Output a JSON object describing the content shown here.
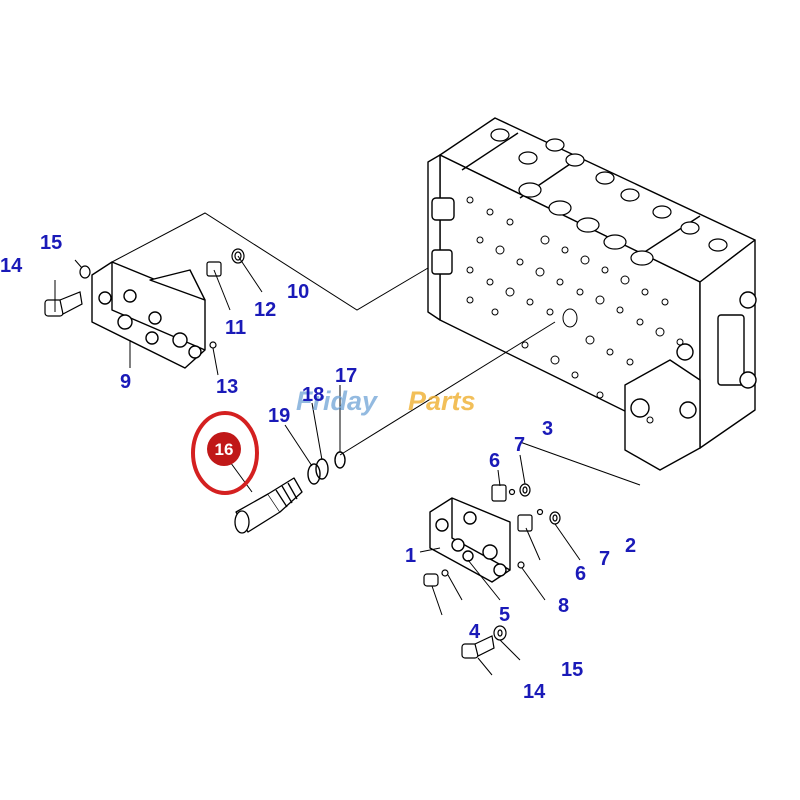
{
  "diagram": {
    "callouts": {
      "c1": "1",
      "c2": "2",
      "c3": "3",
      "c4": "4",
      "c5": "5",
      "c6a": "6",
      "c6b": "6",
      "c7a": "7",
      "c7b": "7",
      "c8": "8",
      "c9": "9",
      "c10": "10",
      "c11": "11",
      "c12": "12",
      "c13": "13",
      "c14a": "14",
      "c14b": "14",
      "c15a": "15",
      "c15b": "15",
      "c17": "17",
      "c18": "18",
      "c19": "19"
    },
    "highlight": {
      "label": "16",
      "color": "#d42020"
    },
    "watermark": {
      "part1": "Friday",
      "part2": "Parts"
    }
  }
}
